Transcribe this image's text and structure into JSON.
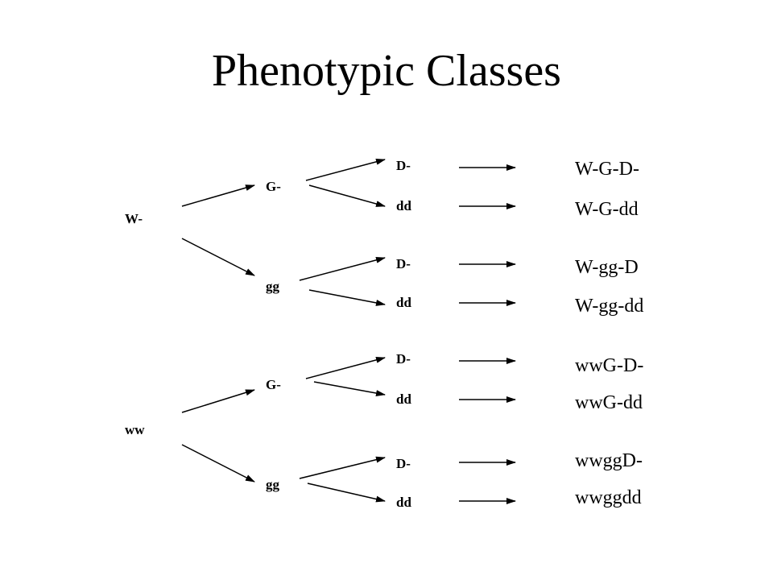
{
  "title": "Phenotypic Classes",
  "w_level": [
    "W-",
    "ww"
  ],
  "g_level": [
    "G-",
    "gg",
    "G-",
    "gg"
  ],
  "d_level": [
    "D-",
    "dd",
    "D-",
    "dd",
    "D-",
    "dd",
    "D-",
    "dd"
  ],
  "results": [
    "W-G-D-",
    "W-G-dd",
    "W-gg-D",
    "W-gg-dd",
    "wwG-D-",
    "wwG-dd",
    "wwggD-",
    "wwggdd"
  ],
  "line_color": "#000000"
}
